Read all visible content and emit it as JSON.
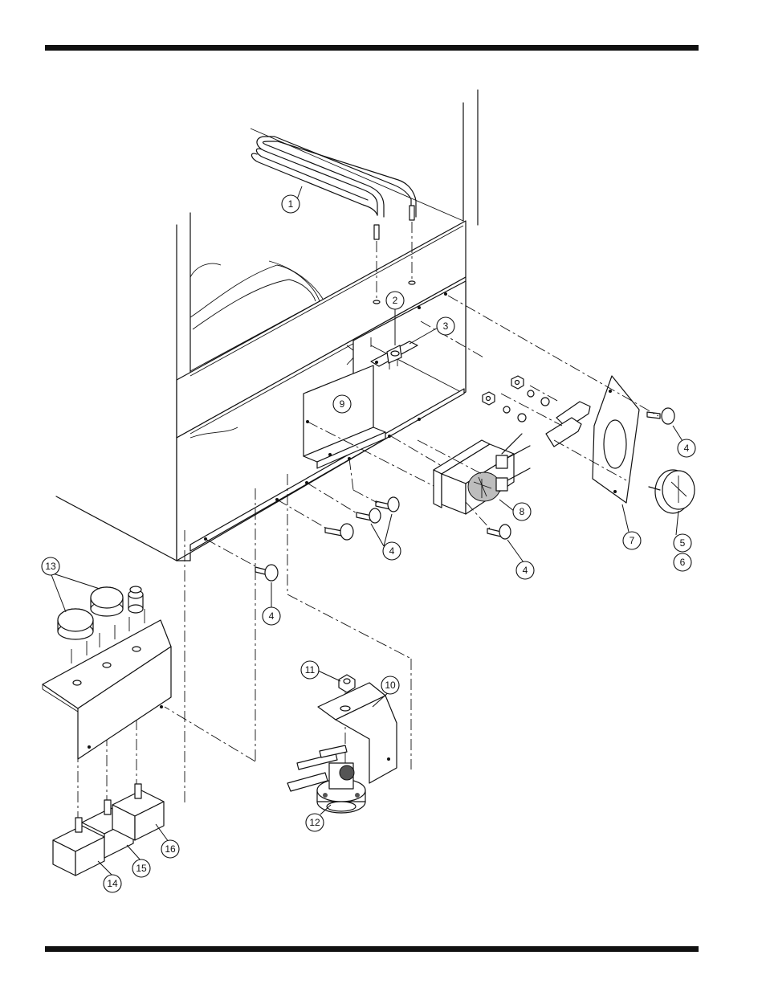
{
  "callouts": [
    {
      "label": "1"
    },
    {
      "label": "2"
    },
    {
      "label": "3"
    },
    {
      "label": "4"
    },
    {
      "label": "4"
    },
    {
      "label": "4"
    },
    {
      "label": "4"
    },
    {
      "label": "5"
    },
    {
      "label": "6"
    },
    {
      "label": "7"
    },
    {
      "label": "8"
    },
    {
      "label": "9"
    },
    {
      "label": "10"
    },
    {
      "label": "11"
    },
    {
      "label": "12"
    },
    {
      "label": "13"
    },
    {
      "label": "14"
    },
    {
      "label": "15"
    },
    {
      "label": "16"
    }
  ]
}
